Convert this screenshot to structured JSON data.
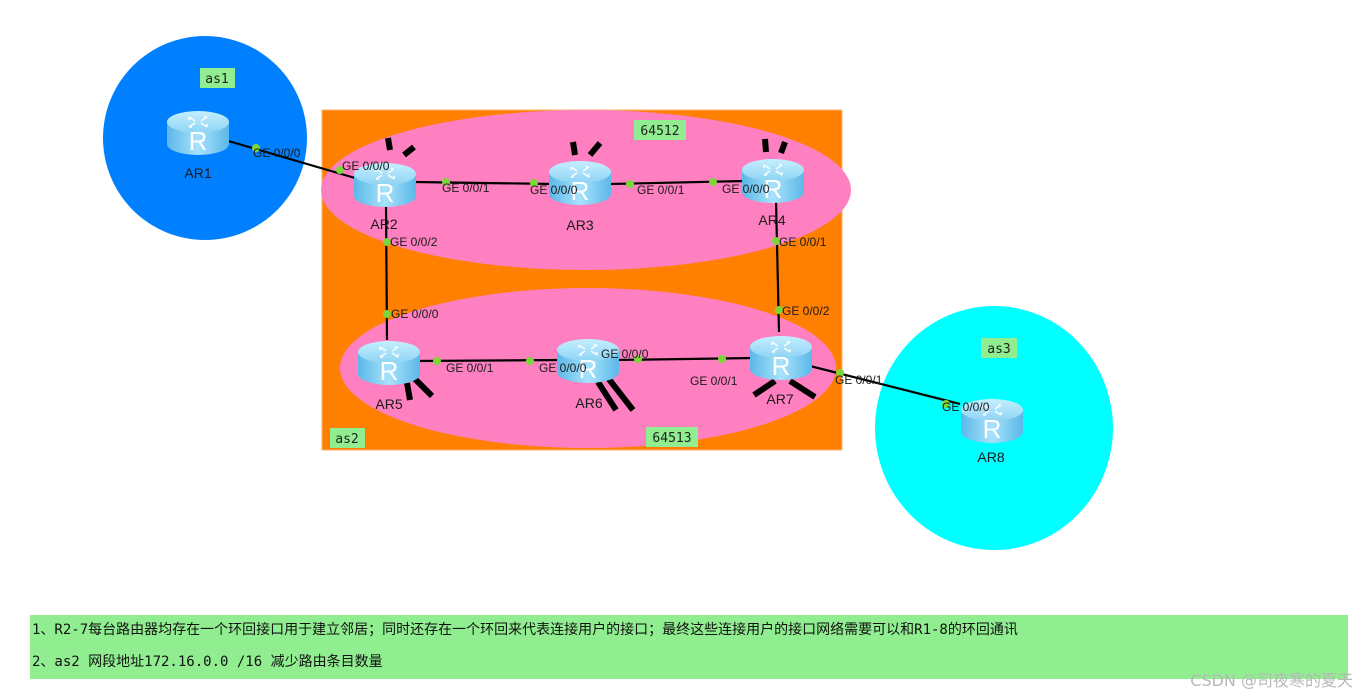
{
  "diagram": {
    "zones": {
      "as1": "as1",
      "as2": "as2",
      "as3": "as3",
      "sub1": "64512",
      "sub2": "64513"
    },
    "routers": [
      {
        "id": "AR1",
        "label": "AR1"
      },
      {
        "id": "AR2",
        "label": "AR2"
      },
      {
        "id": "AR3",
        "label": "AR3"
      },
      {
        "id": "AR4",
        "label": "AR4"
      },
      {
        "id": "AR5",
        "label": "AR5"
      },
      {
        "id": "AR6",
        "label": "AR6"
      },
      {
        "id": "AR7",
        "label": "AR7"
      },
      {
        "id": "AR8",
        "label": "AR8"
      }
    ],
    "links": [
      {
        "from": "AR1",
        "to": "AR2",
        "from_if": "GE 0/0/0",
        "to_if": "GE 0/0/0"
      },
      {
        "from": "AR2",
        "to": "AR3",
        "from_if": "GE 0/0/1",
        "to_if": "GE 0/0/0"
      },
      {
        "from": "AR3",
        "to": "AR4",
        "from_if": "GE 0/0/1",
        "to_if": "GE 0/0/0"
      },
      {
        "from": "AR2",
        "to": "AR5",
        "from_if": "GE 0/0/2",
        "to_if": "GE 0/0/0"
      },
      {
        "from": "AR4",
        "to": "AR7",
        "from_if": "GE 0/0/1",
        "to_if": "GE 0/0/2"
      },
      {
        "from": "AR5",
        "to": "AR6",
        "from_if": "GE 0/0/1",
        "to_if": "GE 0/0/0"
      },
      {
        "from": "AR6",
        "to": "AR7",
        "from_if": "GE 0/0/0",
        "to_if": "GE 0/0/1"
      },
      {
        "from": "AR7",
        "to": "AR8",
        "from_if": "GE 0/0/1",
        "to_if": "GE 0/0/0"
      }
    ],
    "colors": {
      "as1": "#0080ff",
      "as2": "#ff8000",
      "as3": "#00ffff",
      "ellipse": "#ff80c0",
      "tag": "#90ee90",
      "port": "#7cd63a"
    }
  },
  "notes": {
    "line1": "1、R2-7每台路由器均存在一个环回接口用于建立邻居；同时还存在一个环回来代表连接用户的接口；最终这些连接用户的接口网络需要可以和R1-8的环回通讯",
    "line2": "2、as2 网段地址172.16.0.0 /16  减少路由条目数量"
  },
  "watermark": "CSDN @司夜寒的夏天"
}
